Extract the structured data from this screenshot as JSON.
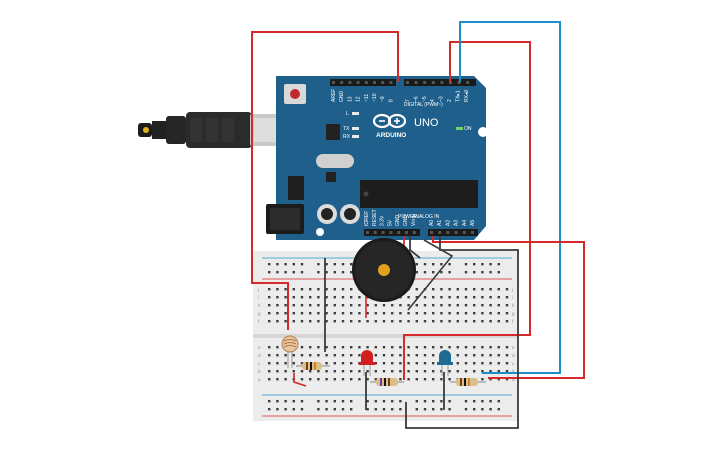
{
  "board": {
    "name": "UNO",
    "brand": "ARDUINO",
    "digital_label": "DIGITAL (PWM~)",
    "analog_label": "ANALOG IN",
    "power_label": "POWER",
    "on_label": "ON",
    "led_labels": [
      "L",
      "TX",
      "RX"
    ],
    "digital_pins": [
      "AREF",
      "GND",
      "13",
      "12",
      "~11",
      "~10",
      "~9",
      "8",
      "7",
      "~6",
      "~5",
      "4",
      "~3",
      "2",
      "TX▸1",
      "RX◂0"
    ],
    "power_pins": [
      "IOREF",
      "RESET",
      "3.3V",
      "5V",
      "GND",
      "GND",
      "Vin"
    ],
    "analog_pins": [
      "A0",
      "A1",
      "A2",
      "A3",
      "A4",
      "A5"
    ],
    "color": "#1f5f8b"
  },
  "breadboard": {
    "row_letters_top": [
      "j",
      "i",
      "h",
      "g",
      "f"
    ],
    "row_letters_bottom": [
      "e",
      "d",
      "c",
      "b",
      "a"
    ],
    "color": "#ececec"
  },
  "components": {
    "led_red": "#d11f1f",
    "led_blue": "#1e6b93",
    "buzzer": "#1b1b1b"
  },
  "wires": {
    "red": "#d62a2a",
    "blue": "#1b8fc9",
    "dark": "#3a3a3a"
  }
}
